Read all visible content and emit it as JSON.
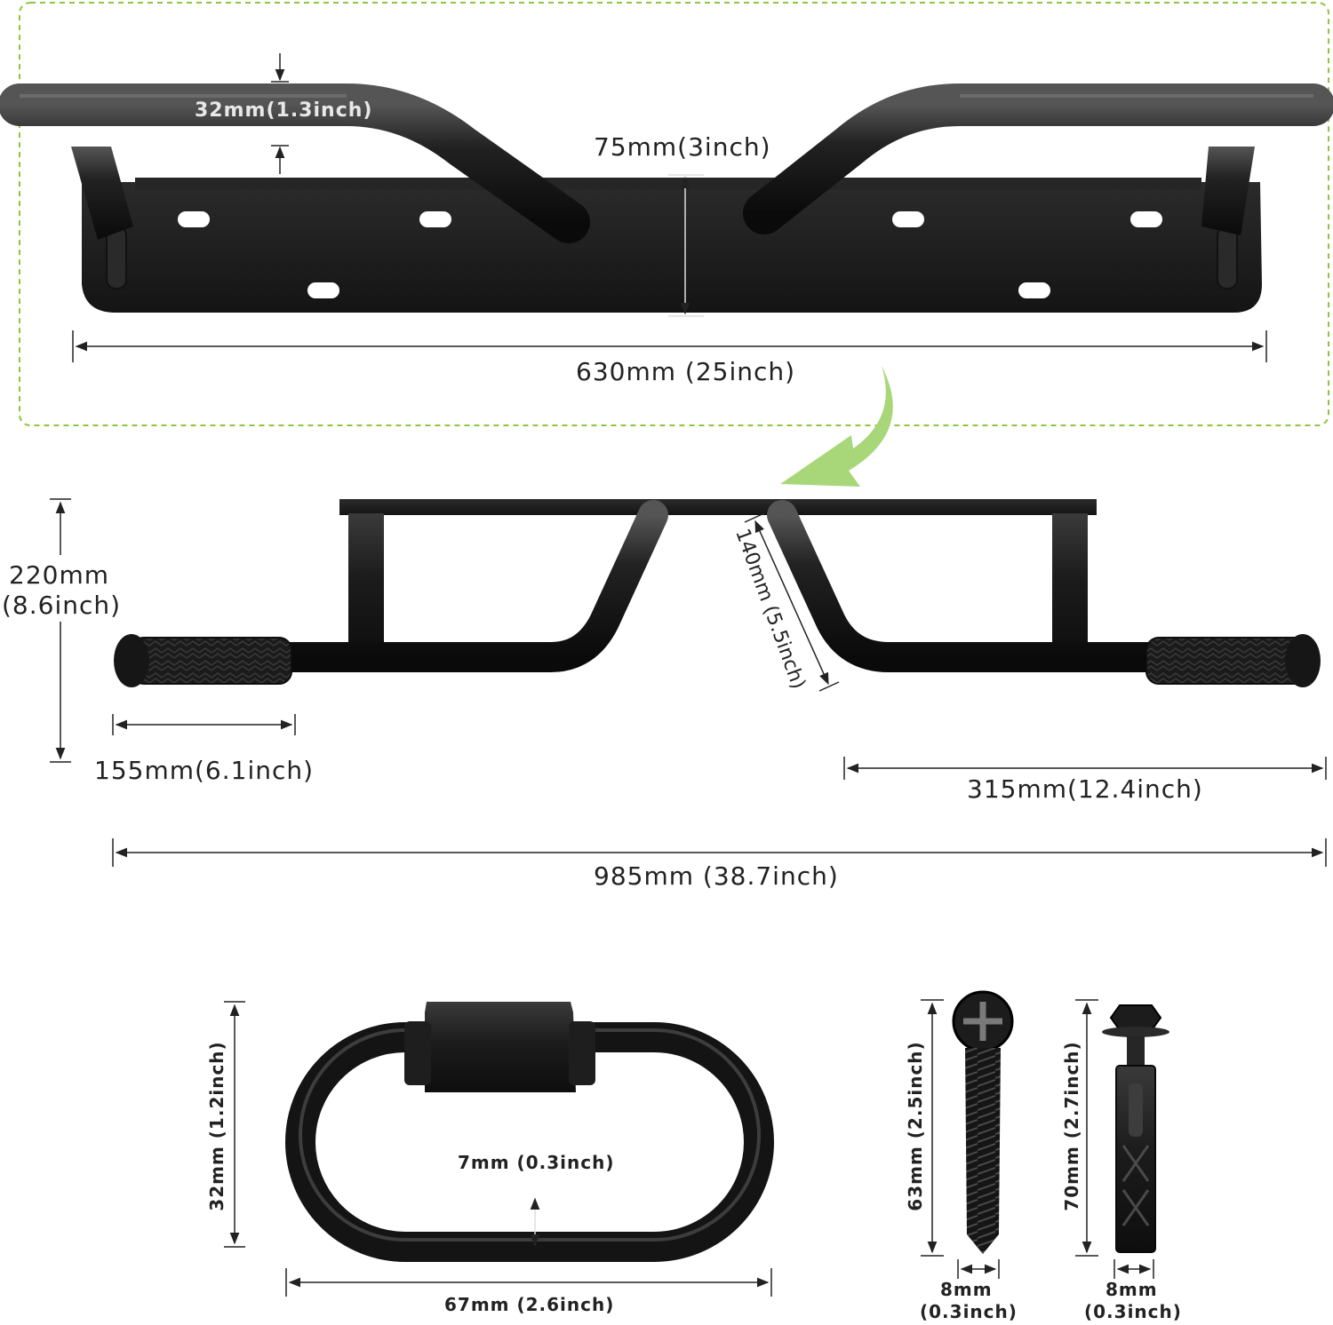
{
  "colors": {
    "accent_green": "#8cc63f",
    "arrow_green": "#a8d77a",
    "metal": "#1a1a1a",
    "dimension_line": "#222222"
  },
  "dimensions": {
    "tube_diameter": "32mm(1.3inch)",
    "plate_height": "75mm(3inch)",
    "plate_width": "630mm (25inch)",
    "bar_height_mm": "220mm",
    "bar_height_in": "(8.6inch)",
    "bend_length": "140mm (5.5inch)",
    "grip_length": "155mm(6.1inch)",
    "half_width": "315mm(12.4inch)",
    "total_width": "985mm (38.7inch)",
    "link_height": "32mm (1.2inch)",
    "link_wire": "7mm (0.3inch)",
    "link_width": "67mm (2.6inch)",
    "screw_length": "63mm (2.5inch)",
    "screw_dia_mm": "8mm",
    "screw_dia_in": "(0.3inch)",
    "bolt_length": "70mm (2.7inch)",
    "bolt_dia_mm": "8mm",
    "bolt_dia_in": "(0.3inch)"
  }
}
